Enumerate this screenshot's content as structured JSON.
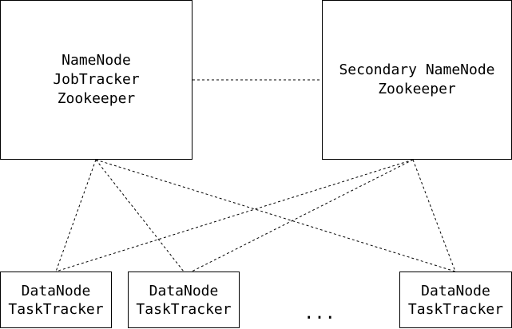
{
  "nodes": {
    "master": {
      "lines": [
        "NameNode",
        "JobTracker",
        "Zookeeper"
      ]
    },
    "secondary": {
      "lines": [
        "Secondary NameNode",
        "Zookeeper"
      ]
    },
    "workers": [
      {
        "lines": [
          "DataNode",
          "TaskTracker"
        ]
      },
      {
        "lines": [
          "DataNode",
          "TaskTracker"
        ]
      },
      {
        "lines": [
          "DataNode",
          "TaskTracker"
        ]
      }
    ],
    "ellipsis": "..."
  },
  "style": {
    "line_color": "#000000",
    "box_border": "#000000",
    "background": "#ffffff"
  }
}
